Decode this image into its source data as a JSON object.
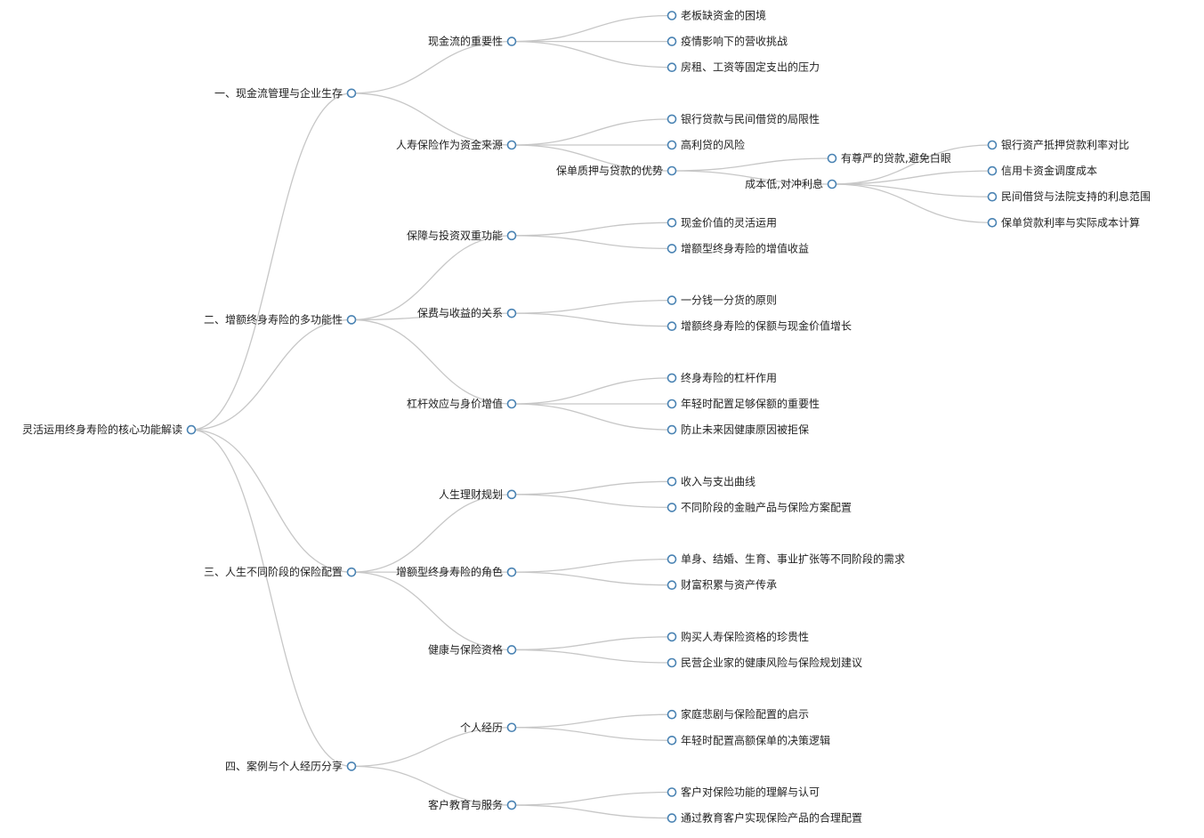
{
  "colors": {
    "link": "#c7c7c7",
    "node_stroke": "#4a83b3",
    "node_fill": "#ffffff",
    "text": "#222222"
  },
  "tree": {
    "label": "灵活运用终身寿险的核心功能解读",
    "children": [
      {
        "label": "一、现金流管理与企业生存",
        "children": [
          {
            "label": "现金流的重要性",
            "children": [
              {
                "label": "老板缺资金的困境"
              },
              {
                "label": "疫情影响下的营收挑战"
              },
              {
                "label": "房租、工资等固定支出的压力"
              }
            ]
          },
          {
            "label": "人寿保险作为资金来源",
            "children": [
              {
                "label": "银行贷款与民间借贷的局限性"
              },
              {
                "label": "高利贷的风险"
              },
              {
                "label": "保单质押与贷款的优势",
                "children": [
                  {
                    "label": "有尊严的贷款,避免白眼"
                  },
                  {
                    "label": "成本低,对冲利息",
                    "children": [
                      {
                        "label": "银行资产抵押贷款利率对比"
                      },
                      {
                        "label": "信用卡资金调度成本"
                      },
                      {
                        "label": "民间借贷与法院支持的利息范围"
                      },
                      {
                        "label": "保单贷款利率与实际成本计算"
                      }
                    ]
                  }
                ]
              }
            ]
          }
        ]
      },
      {
        "label": "二、增额终身寿险的多功能性",
        "children": [
          {
            "label": "保障与投资双重功能",
            "children": [
              {
                "label": "现金价值的灵活运用"
              },
              {
                "label": "增额型终身寿险的增值收益"
              }
            ]
          },
          {
            "label": "保费与收益的关系",
            "children": [
              {
                "label": "一分钱一分货的原则"
              },
              {
                "label": "增额终身寿险的保额与现金价值增长"
              }
            ]
          },
          {
            "label": "杠杆效应与身价增值",
            "children": [
              {
                "label": "终身寿险的杠杆作用"
              },
              {
                "label": "年轻时配置足够保额的重要性"
              },
              {
                "label": "防止未来因健康原因被拒保"
              }
            ]
          }
        ]
      },
      {
        "label": "三、人生不同阶段的保险配置",
        "children": [
          {
            "label": "人生理财规划",
            "children": [
              {
                "label": "收入与支出曲线"
              },
              {
                "label": "不同阶段的金融产品与保险方案配置"
              }
            ]
          },
          {
            "label": "增额型终身寿险的角色",
            "children": [
              {
                "label": "单身、结婚、生育、事业扩张等不同阶段的需求"
              },
              {
                "label": "财富积累与资产传承"
              }
            ]
          },
          {
            "label": "健康与保险资格",
            "children": [
              {
                "label": "购买人寿保险资格的珍贵性"
              },
              {
                "label": "民营企业家的健康风险与保险规划建议"
              }
            ]
          }
        ]
      },
      {
        "label": "四、案例与个人经历分享",
        "children": [
          {
            "label": "个人经历",
            "children": [
              {
                "label": "家庭悲剧与保险配置的启示"
              },
              {
                "label": "年轻时配置高额保单的决策逻辑"
              }
            ]
          },
          {
            "label": "客户教育与服务",
            "children": [
              {
                "label": "客户对保险功能的理解与认可"
              },
              {
                "label": "通过教育客户实现保险产品的合理配置"
              }
            ]
          }
        ]
      }
    ]
  }
}
